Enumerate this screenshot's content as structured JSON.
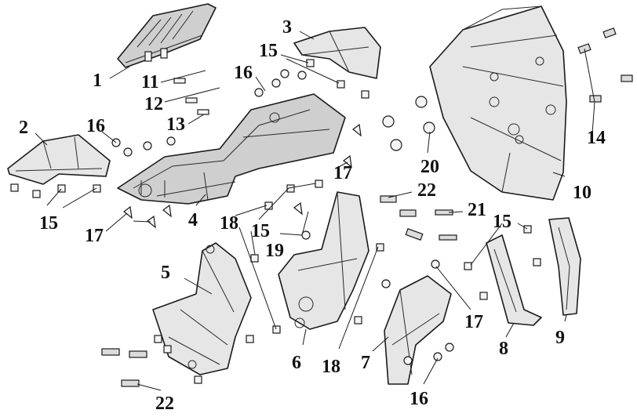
{
  "callouts": {
    "c1": "1",
    "c2": "2",
    "c3": "3",
    "c4": "4",
    "c5": "5",
    "c6": "6",
    "c7": "7",
    "c8": "8",
    "c9": "9",
    "c10": "10",
    "c11": "11",
    "c12": "12",
    "c13": "13",
    "c14": "14",
    "c15a": "15",
    "c15b": "15",
    "c15c": "15",
    "c15d": "15",
    "c16a": "16",
    "c16b": "16",
    "c16c": "16",
    "c17a": "17",
    "c17b": "17",
    "c17c": "17",
    "c18a": "18",
    "c18b": "18",
    "c19": "19",
    "c20": "20",
    "c21": "21",
    "c22a": "22",
    "c22b": "22"
  }
}
